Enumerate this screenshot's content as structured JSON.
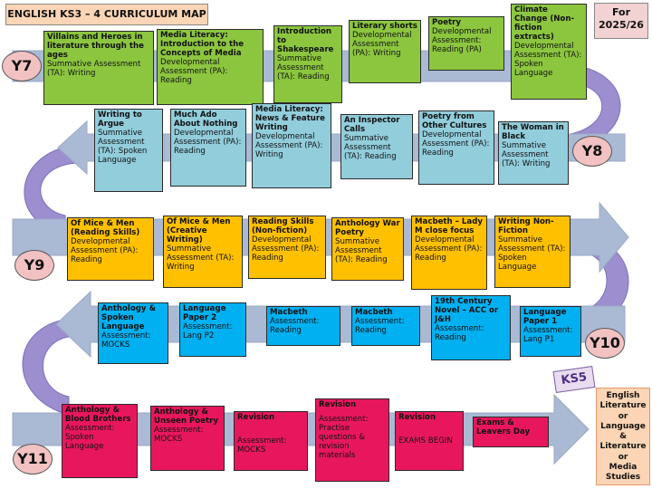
{
  "header": {
    "title": "ENGLISH KS3 – 4 CURRICULUM MAP",
    "for_line1": "For",
    "for_line2": "2025/26"
  },
  "years": {
    "y7": "Y7",
    "y8": "Y8",
    "y9": "Y9",
    "y10": "Y10",
    "y11": "Y11"
  },
  "ks5": {
    "label": "KS5",
    "lines": [
      "English",
      "Literature",
      "or",
      "Language &",
      "Literature",
      "or",
      "Media",
      "Studies"
    ]
  },
  "colors": {
    "arrow_fill": "#aab9d4",
    "arrow_edge": "#9aa9c6",
    "curve_purple": "#9d8ed0",
    "y7": "#8cc63f",
    "y8": "#92cddc",
    "y9": "#ffc000",
    "y10": "#00b0f0",
    "y11": "#e8175d"
  },
  "rows": {
    "y7": [
      {
        "title": "Villains and Heroes in literature through the ages",
        "desc": "Summative Assessment (TA): Writing"
      },
      {
        "title": "Media Literacy: Introduction to the Concepts of Media",
        "desc": "Developmental Assessment (PA): Reading"
      },
      {
        "title": "Introduction to Shakespeare",
        "desc": "Summative Assessment (TA): Reading"
      },
      {
        "title": "Literary shorts",
        "desc": "Developmental Assessment (PA): Writing"
      },
      {
        "title": "Poetry",
        "desc": "Developmental Assessment: Reading (PA)"
      },
      {
        "title": "Climate Change (Non-fiction extracts)",
        "desc": "Developmental Assessment (TA): Spoken Language"
      }
    ],
    "y8": [
      {
        "title": "Writing to Argue",
        "desc": "Summative Assessment (TA): Spoken Language"
      },
      {
        "title": "Much Ado About Nothing",
        "desc": "Developmental Assessment (PA): Reading"
      },
      {
        "title": "Media Literacy: News & Feature Writing",
        "desc": "Developmental Assessment (PA): Writing"
      },
      {
        "title": "An Inspector Calls",
        "desc": "Summative Assessment (TA): Reading"
      },
      {
        "title": "Poetry from Other Cultures",
        "desc": "Developmental Assessment (PA): Reading"
      },
      {
        "title": "The Woman in Black",
        "desc": "Summative Assessment (TA): Writing"
      }
    ],
    "y9": [
      {
        "title": "Of Mice & Men (Reading Skills)",
        "desc": "Developmental Assessment (PA): Reading"
      },
      {
        "title": "Of Mice & Men (Creative Writing)",
        "desc": "Summative Assessment (TA): Writing"
      },
      {
        "title": "Reading Skills (Non-fiction)",
        "desc": "Developmental Assessment (PA): Reading"
      },
      {
        "title": "Anthology War Poetry",
        "desc": "Summative Assessment (TA): Reading"
      },
      {
        "title": "Macbeth – Lady M close focus",
        "desc": "Developmental Assessment (PA): Reading"
      },
      {
        "title": "Writing Non-Fiction",
        "desc": "Summative Assessment (TA): Spoken Language"
      }
    ],
    "y10": [
      {
        "title": "Anthology & Spoken Language",
        "desc": "Assessment: MOCKS"
      },
      {
        "title": "Language Paper 2",
        "desc": "Assessment: Lang P2"
      },
      {
        "title": "Macbeth",
        "desc": "Assessment: Reading"
      },
      {
        "title": "Macbeth",
        "desc": "Assessment: Reading"
      },
      {
        "title": "19th Century Novel – ACC or J&H",
        "desc": "Assessment: Reading"
      },
      {
        "title": "Language Paper 1",
        "desc": "Assessment: Lang P1"
      }
    ],
    "y11": [
      {
        "title": "Anthology & Blood Brothers",
        "desc": "Assessment: Spoken Language"
      },
      {
        "title": "Anthology & Unseen Poetry",
        "desc": "Assessment: MOCKS"
      },
      {
        "title": "Revision",
        "desc": "Assessment: MOCKS"
      },
      {
        "title": "Revision",
        "desc": "Assessment: Practise questions & revision materials"
      },
      {
        "title": "Revision",
        "desc": "EXAMS BEGIN"
      },
      {
        "title": "Exams & Leavers Day",
        "desc": ""
      }
    ]
  }
}
